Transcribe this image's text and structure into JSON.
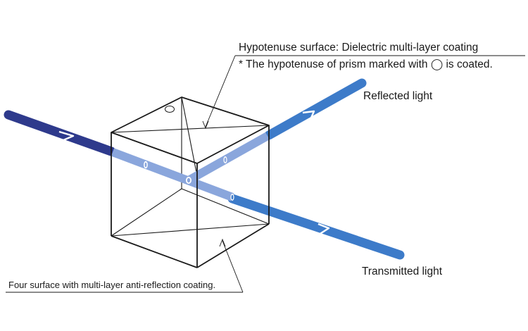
{
  "labels": {
    "hypotenuse_title": "Hypotenuse surface: Dielectric multi-layer coating",
    "hypotenuse_note": "* The hypotenuse of prism marked with ◯ is coated.",
    "reflected": "Reflected light",
    "transmitted": "Transmitted light",
    "antireflection": "Four surface with multi-layer anti-reflection coating."
  },
  "colors": {
    "incident_beam": "#2e3a8c",
    "output_beam": "#3d7bc9",
    "internal_beam": "#8aa6dc",
    "line": "#1a1a1a"
  }
}
